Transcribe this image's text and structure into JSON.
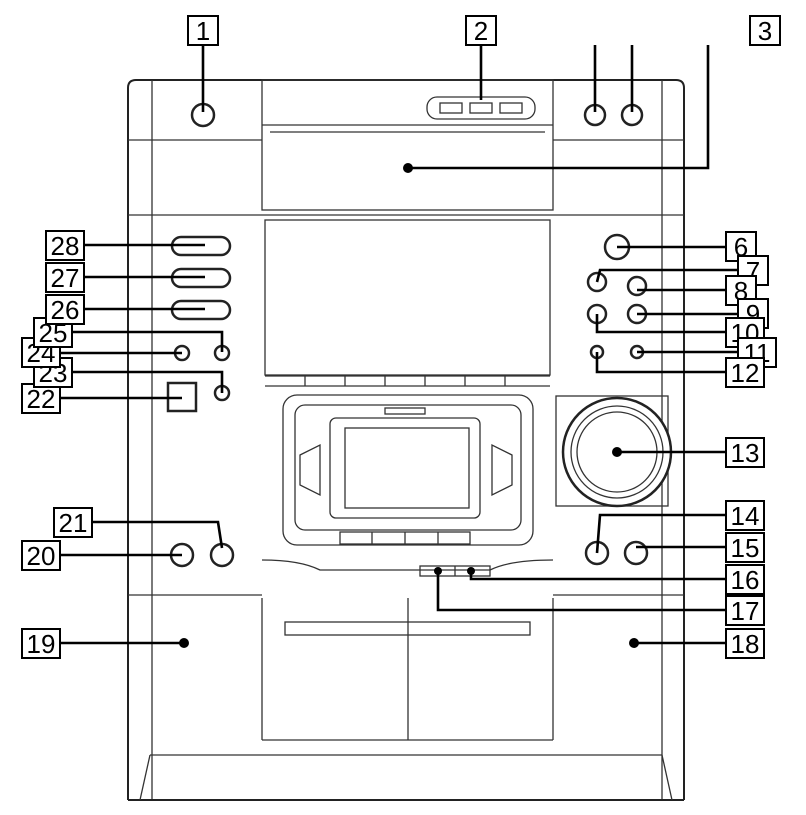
{
  "callouts": [
    {
      "id": "1",
      "label": "1"
    },
    {
      "id": "2",
      "label": "2"
    },
    {
      "id": "3",
      "label": "3"
    },
    {
      "id": "6",
      "label": "6"
    },
    {
      "id": "7",
      "label": "7"
    },
    {
      "id": "8",
      "label": "8"
    },
    {
      "id": "9",
      "label": "9"
    },
    {
      "id": "10",
      "label": "10"
    },
    {
      "id": "11",
      "label": "11"
    },
    {
      "id": "12",
      "label": "12"
    },
    {
      "id": "13",
      "label": "13"
    },
    {
      "id": "14",
      "label": "14"
    },
    {
      "id": "15",
      "label": "15"
    },
    {
      "id": "16",
      "label": "16"
    },
    {
      "id": "17",
      "label": "17"
    },
    {
      "id": "18",
      "label": "18"
    },
    {
      "id": "19",
      "label": "19"
    },
    {
      "id": "20",
      "label": "20"
    },
    {
      "id": "21",
      "label": "21"
    },
    {
      "id": "22",
      "label": "22"
    },
    {
      "id": "23",
      "label": "23"
    },
    {
      "id": "24",
      "label": "24"
    },
    {
      "id": "25",
      "label": "25"
    },
    {
      "id": "26",
      "label": "26"
    },
    {
      "id": "27",
      "label": "27"
    },
    {
      "id": "28",
      "label": "28"
    }
  ]
}
